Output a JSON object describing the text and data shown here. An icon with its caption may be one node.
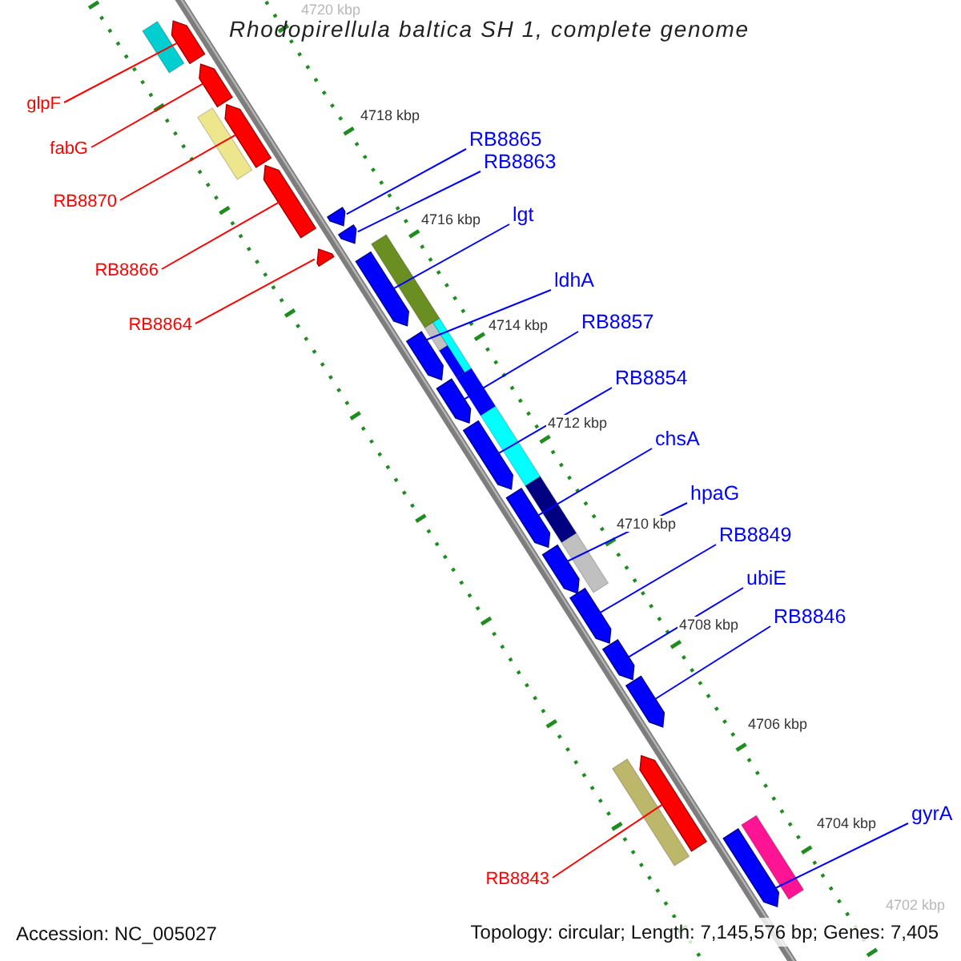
{
  "diagram": {
    "title": "Rhodopirellula baltica SH 1, complete genome",
    "nodes": [
      {
        "text": [
          "glpF"
        ]
      },
      {
        "text": [
          "fabG"
        ]
      },
      {
        "text": [
          "RB8870"
        ]
      },
      {
        "text": [
          "RB8866"
        ]
      },
      {
        "text": [
          "RB8864"
        ]
      },
      {
        "text": [
          "RB8843"
        ]
      },
      {
        "text": [
          "RB8865"
        ]
      },
      {
        "text": [
          "RB8863"
        ]
      },
      {
        "text": [
          "lgt"
        ]
      },
      {
        "text": [
          "ldhA"
        ]
      },
      {
        "text": [
          "RB8857"
        ]
      },
      {
        "text": [
          "RB8854"
        ]
      },
      {
        "text": [
          "chsA"
        ]
      },
      {
        "text": [
          "hpaG"
        ]
      },
      {
        "text": [
          "RB8849"
        ]
      },
      {
        "text": [
          "ubiE"
        ]
      },
      {
        "text": [
          "RB8846"
        ]
      },
      {
        "text": [
          "gyrA"
        ]
      },
      {
        "text": [],
        "shape": "arrow"
      },
      {
        "text": [],
        "shape": "arrow"
      },
      {
        "text": [],
        "shape": "arrow"
      },
      {
        "text": [],
        "shape": "arrow"
      },
      {
        "text": [],
        "shape": "arrow"
      },
      {
        "text": [],
        "shape": "arrow"
      },
      {
        "text": [],
        "shape": "arrow"
      },
      {
        "text": [],
        "shape": "arrow"
      },
      {
        "text": [],
        "shape": "arrow"
      },
      {
        "text": [],
        "shape": "arrow"
      },
      {
        "text": [],
        "shape": "arrow"
      },
      {
        "text": [],
        "shape": "arrow"
      },
      {
        "text": [],
        "shape": "arrow"
      },
      {
        "text": [],
        "shape": "arrow"
      },
      {
        "text": [],
        "shape": "arrow"
      },
      {
        "text": [],
        "shape": "arrow"
      },
      {
        "text": [],
        "shape": "arrow"
      },
      {
        "text": [],
        "shape": "arrow"
      }
    ],
    "edges": [
      {
        "from": 0,
        "to": 18,
        "arrow": "none",
        "color": "#ff0000"
      },
      {
        "from": 1,
        "to": 19,
        "arrow": "none",
        "color": "#ff0000"
      },
      {
        "from": 2,
        "to": 20,
        "arrow": "none",
        "color": "#ff0000"
      },
      {
        "from": 3,
        "to": 21,
        "arrow": "none",
        "color": "#ff0000"
      },
      {
        "from": 4,
        "to": 22,
        "arrow": "none",
        "color": "#ff0000"
      },
      {
        "from": 5,
        "to": 23,
        "arrow": "none",
        "color": "#ff0000"
      },
      {
        "from": 6,
        "to": 24,
        "arrow": "none"
      },
      {
        "from": 7,
        "to": 25,
        "arrow": "none"
      },
      {
        "from": 8,
        "to": 26,
        "arrow": "none"
      },
      {
        "from": 9,
        "to": 27,
        "arrow": "none"
      },
      {
        "from": 10,
        "to": 28,
        "arrow": "none"
      },
      {
        "from": 11,
        "to": 29,
        "arrow": "none"
      },
      {
        "from": 12,
        "to": 30,
        "arrow": "none"
      },
      {
        "from": 13,
        "to": 31,
        "arrow": "none"
      },
      {
        "from": 14,
        "to": 32,
        "arrow": "none"
      },
      {
        "from": 15,
        "to": 33,
        "arrow": "none"
      },
      {
        "from": 16,
        "to": 34,
        "arrow": "none"
      },
      {
        "from": 17,
        "to": 35,
        "arrow": "none"
      }
    ],
    "labels": [
      "4720 kbp",
      "4718 kbp",
      "4716 kbp",
      "4714 kbp",
      "4712 kbp",
      "4710 kbp",
      "4708 kbp",
      "4706 kbp",
      "4704 kbp",
      "4702 kbp",
      "Accession: NC_005027",
      "Topology: circular; Length: 7,145,576 bp; Genes: 7,405"
    ]
  }
}
